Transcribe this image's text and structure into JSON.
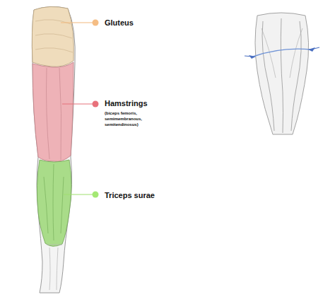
{
  "diagram": {
    "labels": [
      "Gluteus",
      "Hamstrings",
      "(biceps femoris, semimembranous, semitendinosus)",
      "Triceps surae"
    ]
  }
}
